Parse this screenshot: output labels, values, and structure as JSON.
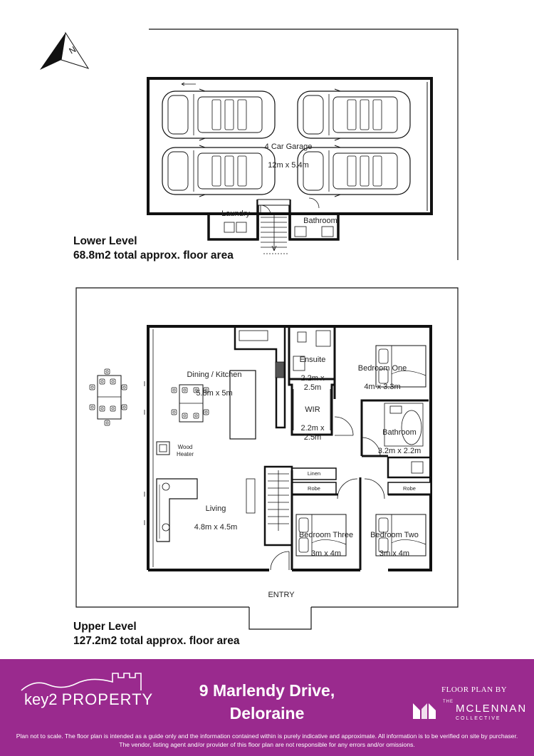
{
  "lower_level": {
    "title": "Lower Level",
    "area": "68.8m2 total approx. floor area",
    "garage_name": "4 Car Garage",
    "garage_size": "12m x 5.4m",
    "laundry": "Laundry",
    "bathroom": "Bathroom"
  },
  "upper_level": {
    "title": "Upper Level",
    "area": "127.2m2 total approx. floor area",
    "dining_name": "Dining / Kitchen",
    "dining_size": "5.8m x 5m",
    "ensuite_name": "Ensuite",
    "ensuite_size": "2.2m x\n2.5m",
    "bed1_name": "Bedroom One",
    "bed1_size": "4m x 3.3m",
    "wir_name": "WIR",
    "wir_size": "2.2m x\n2.5m",
    "bath_name": "Bathroom",
    "bath_size": "3.2m x 2.2m",
    "wood_heater": "Wood\nHeater",
    "linen": "Linen",
    "robe": "Robe",
    "living_name": "Living",
    "living_size": "4.8m x 4.5m",
    "bed3_name": "Bedroom Three",
    "bed3_size": "3m x 4m",
    "bed2_name": "Bedroom Two",
    "bed2_size": "3m x 4m",
    "entry": "ENTRY"
  },
  "footer": {
    "brand_key": "key2",
    "brand_property": "PROPERTY",
    "address_line1": "9 Marlendy Drive,",
    "address_line2": "Deloraine",
    "floor_plan_by": "FLOOR PLAN BY",
    "collective_the": "THE",
    "collective_name": "MCLENNAN",
    "collective_word": "COLLECTIVE",
    "disclaimer": "Plan not to scale. The floor plan is intended as a guide only and the information contained within is purely indicative and approximate. All information is to be verified on site by purchaser. The vendor, listing agent and/or provider of this floor plan are not responsible for any errors and/or omissions."
  },
  "colors": {
    "footer_bg": "#9a2a8e",
    "wall": "#111111",
    "text": "#222222"
  }
}
